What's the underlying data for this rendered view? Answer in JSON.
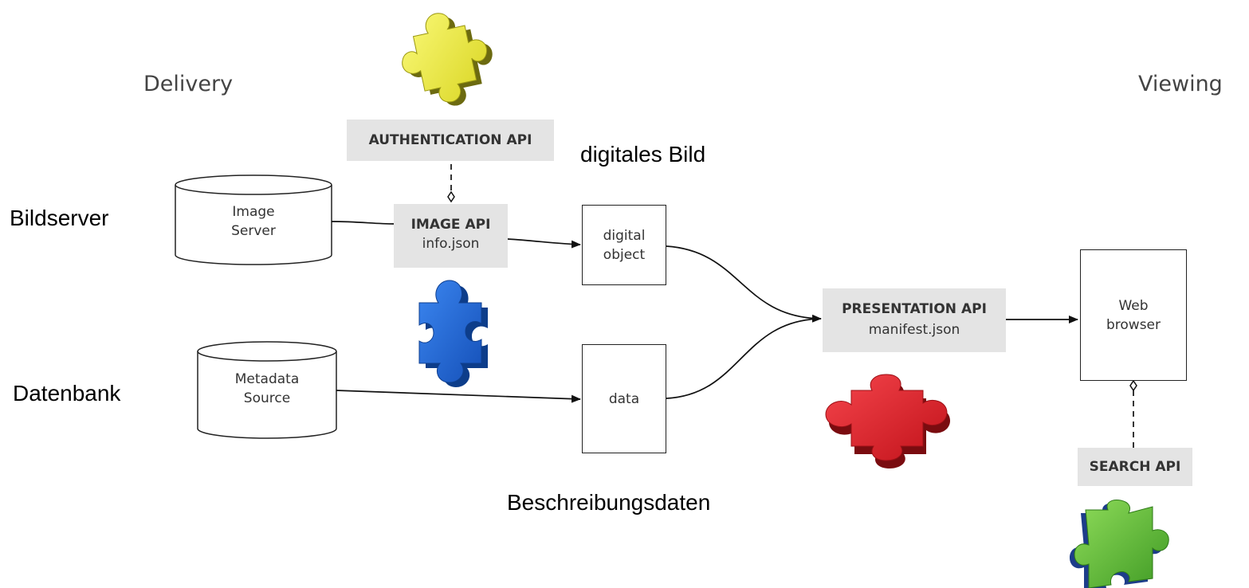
{
  "headings": {
    "delivery": "Delivery",
    "viewing": "Viewing"
  },
  "labels": {
    "bildserver": "Bildserver",
    "datenbank": "Datenbank",
    "digitales_bild": "digitales Bild",
    "beschreibungsdaten": "Beschreibungsdaten"
  },
  "nodes": {
    "image_server": [
      "Image",
      "Server"
    ],
    "metadata_source": [
      "Metadata",
      "Source"
    ],
    "auth_api": "AUTHENTICATION API",
    "image_api": {
      "title": "IMAGE API",
      "file": "info.json"
    },
    "digital_object": [
      "digital",
      "object"
    ],
    "data": "data",
    "presentation_api": {
      "title": "PRESENTATION API",
      "file": "manifest.json"
    },
    "web_browser": [
      "Web",
      "browser"
    ],
    "search_api": "SEARCH API"
  },
  "puzzle_colors": {
    "yellow": "#f2ef3a",
    "blue": "#1f6fe0",
    "red": "#e8202a",
    "green": "#6cc03b"
  }
}
